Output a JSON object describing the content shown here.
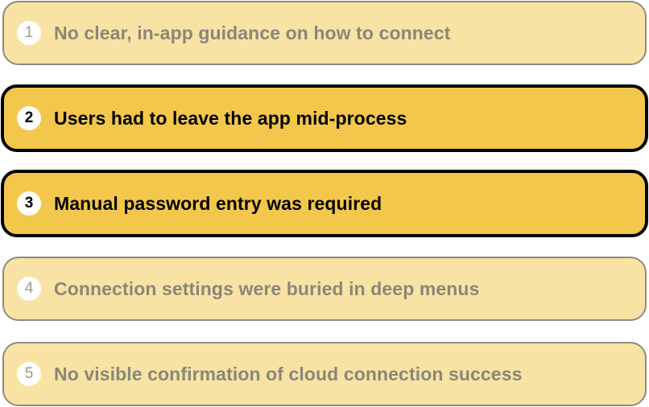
{
  "items": [
    {
      "number": "1",
      "text": "No clear, in-app guidance on how to connect",
      "state": "muted"
    },
    {
      "number": "2",
      "text": "Users had to leave the app mid-process",
      "state": "highlighted"
    },
    {
      "number": "3",
      "text": "Manual password entry was required",
      "state": "highlighted"
    },
    {
      "number": "4",
      "text": "Connection settings were buried in deep menus",
      "state": "muted"
    },
    {
      "number": "5",
      "text": "No visible confirmation of cloud connection success",
      "state": "muted"
    }
  ],
  "colors": {
    "muted_fill": "#f8e3a5",
    "highlight_fill": "#f3c74b",
    "muted_text": "#8a8779",
    "highlight_border": "#000000"
  }
}
